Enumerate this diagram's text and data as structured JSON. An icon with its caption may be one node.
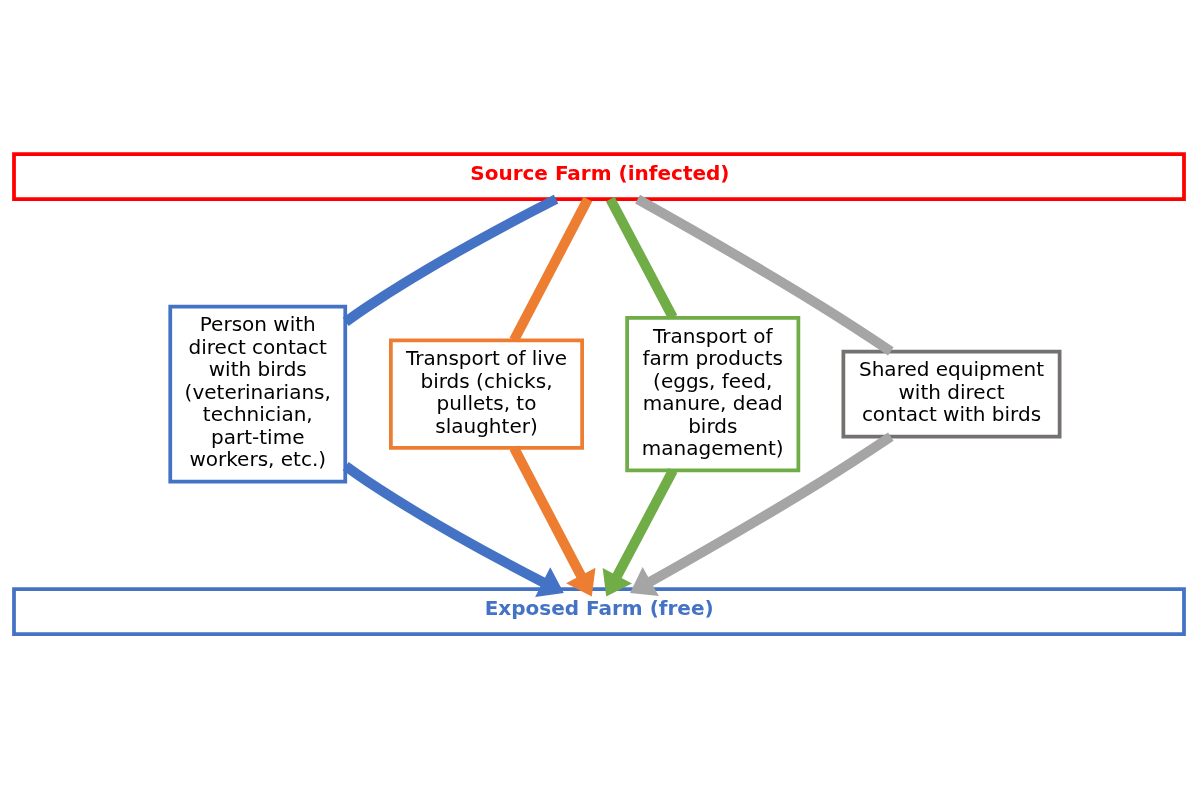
{
  "diagram": {
    "nodes": [
      {
        "text": [
          "Source Farm (infected)"
        ]
      },
      {
        "text": [
          "Person with direct contact with birds (veterinarians, technician, part-time workers, etc.)"
        ]
      },
      {
        "text": [
          "Transport of live birds (chicks, pullets, to slaughter)"
        ]
      },
      {
        "text": [
          "Transport of farm products (eggs, feed, manure, dead birds management)"
        ]
      },
      {
        "text": [
          "Shared equipment with direct contact with birds"
        ]
      },
      {
        "text": [
          "Exposed Farm (free)"
        ]
      }
    ],
    "edges": [
      {
        "from": 0,
        "to": 1,
        "arrow": "none",
        "color": "#4472c4"
      },
      {
        "from": 1,
        "to": 5,
        "arrow": "to",
        "color": "#4472c4"
      },
      {
        "from": 0,
        "to": 2,
        "arrow": "none",
        "color": "#ed7d31"
      },
      {
        "from": 2,
        "to": 5,
        "arrow": "to",
        "color": "#ed7d31"
      },
      {
        "from": 0,
        "to": 3,
        "arrow": "none",
        "color": "#70ad47"
      },
      {
        "from": 3,
        "to": 5,
        "arrow": "to",
        "color": "#70ad47"
      },
      {
        "from": 0,
        "to": 4,
        "arrow": "none",
        "color": "#a5a5a5"
      },
      {
        "from": 4,
        "to": 5,
        "arrow": "to",
        "color": "#a5a5a5"
      }
    ]
  }
}
